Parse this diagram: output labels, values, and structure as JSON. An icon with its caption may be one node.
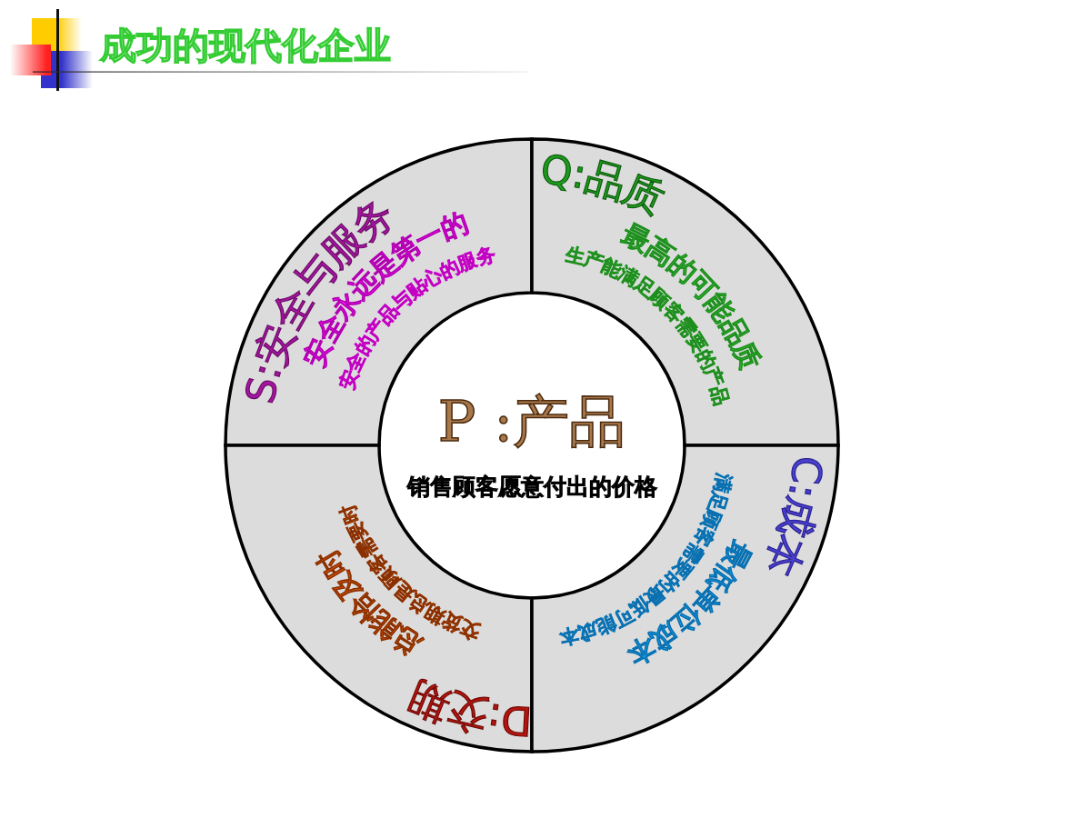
{
  "diagram": {
    "title": "成功的现代化企业",
    "nodes": [
      {
        "text": [
          "S:安全与服务",
          "安全永远是第一的",
          "安全的产品与贴心的服务"
        ]
      },
      {
        "text": [
          "Q:品质",
          "最高的可能品质",
          "生产能满足顾客需要的产品"
        ]
      },
      {
        "text": [
          "P :产品",
          "销售顾客愿意付出的价格"
        ]
      },
      {
        "text": [
          "交货期总是顾客需要时",
          "总能恰及时",
          "D:交期"
        ]
      },
      {
        "text": [
          "C:成本",
          "最低单位成本",
          "满足顾客需要的最低可能成本"
        ]
      }
    ]
  }
}
